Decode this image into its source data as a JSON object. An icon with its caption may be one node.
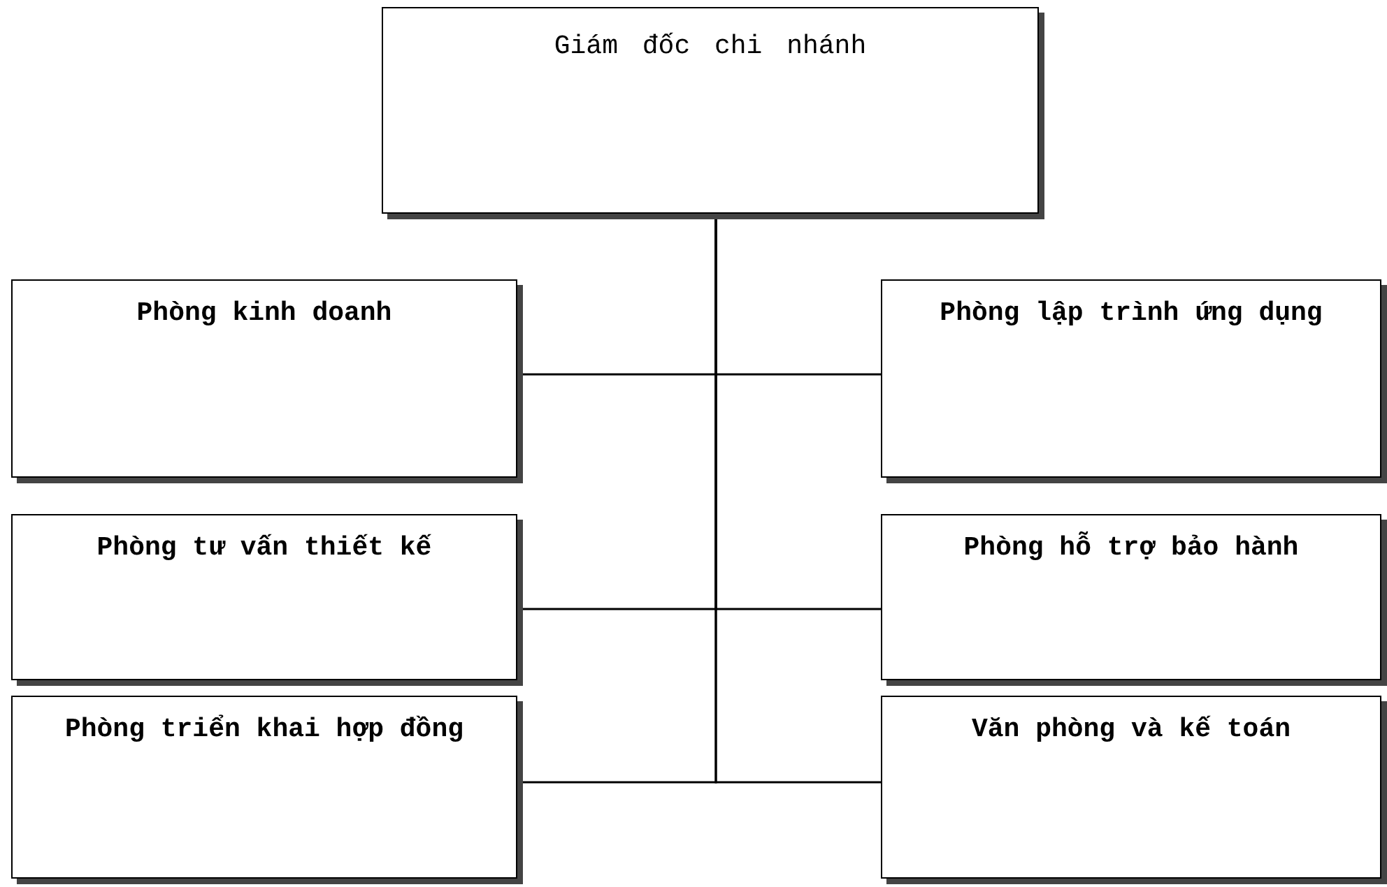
{
  "diagram": {
    "nodes": [
      {
        "text": [
          "Giám đốc chi nhánh"
        ]
      },
      {
        "text": [
          "Phòng kinh doanh"
        ]
      },
      {
        "text": [
          "Phòng lập trình ứng dụng"
        ]
      },
      {
        "text": [
          "Phòng tư vấn thiết kế"
        ]
      },
      {
        "text": [
          "Phòng hỗ trợ bảo hành"
        ]
      },
      {
        "text": [
          "Phòng triển khai hợp đồng"
        ]
      },
      {
        "text": [
          "Văn phòng và kế toán"
        ]
      }
    ],
    "edges": [
      {
        "from": 0,
        "to": 1,
        "arrow": "none"
      },
      {
        "from": 0,
        "to": 2,
        "arrow": "none"
      },
      {
        "from": 0,
        "to": 3,
        "arrow": "none"
      },
      {
        "from": 0,
        "to": 4,
        "arrow": "none"
      },
      {
        "from": 0,
        "to": 5,
        "arrow": "none"
      },
      {
        "from": 0,
        "to": 6,
        "arrow": "none"
      }
    ]
  }
}
